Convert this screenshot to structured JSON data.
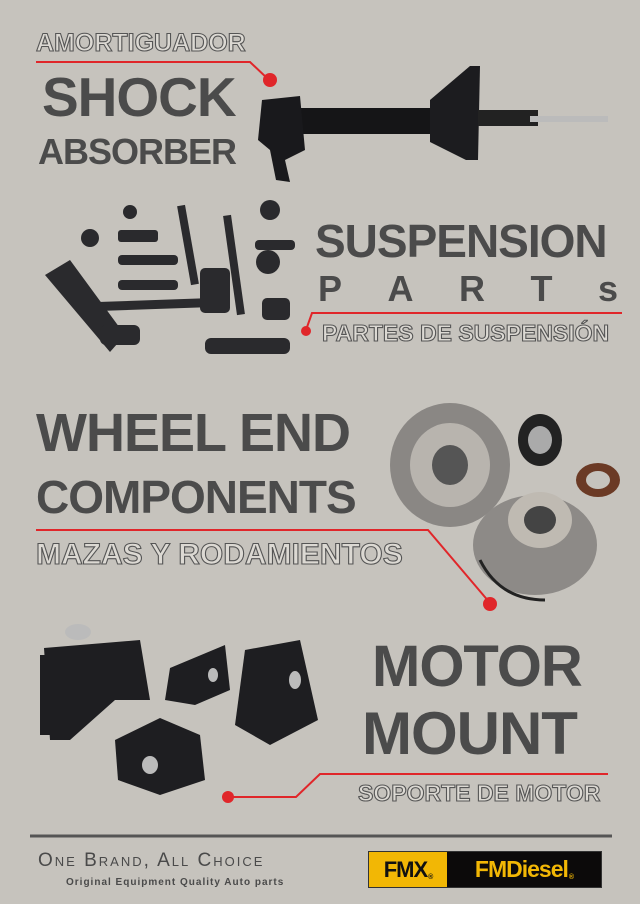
{
  "sections": {
    "shock": {
      "spanish": "AMORTIGUADOR",
      "line1": "SHOCK",
      "line2": "ABSORBER"
    },
    "suspension": {
      "line1": "SUSPENSION",
      "letters": [
        "P",
        "A",
        "R",
        "T",
        "s"
      ],
      "spanish": "PARTES DE SUSPENSIÓN"
    },
    "wheel": {
      "line1": "WHEEL END",
      "line2": "COMPONENTS",
      "spanish": "MAZAS Y RODAMIENTOS"
    },
    "motor": {
      "line1": "MOTOR",
      "line2": "MOUNT",
      "spanish": "SOPORTE DE MOTOR"
    }
  },
  "footer": {
    "slogan": "One Brand, All Choice",
    "tagline": "Original Equipment Quality Auto parts",
    "logo_fmx": "FMX",
    "logo_fmdiesel": "FMDiesel",
    "registered": "®"
  },
  "colors": {
    "background": "#c6c3bd",
    "text": "#4b4b4b",
    "accent": "#e0262a",
    "logo_yellow": "#f2b705"
  }
}
